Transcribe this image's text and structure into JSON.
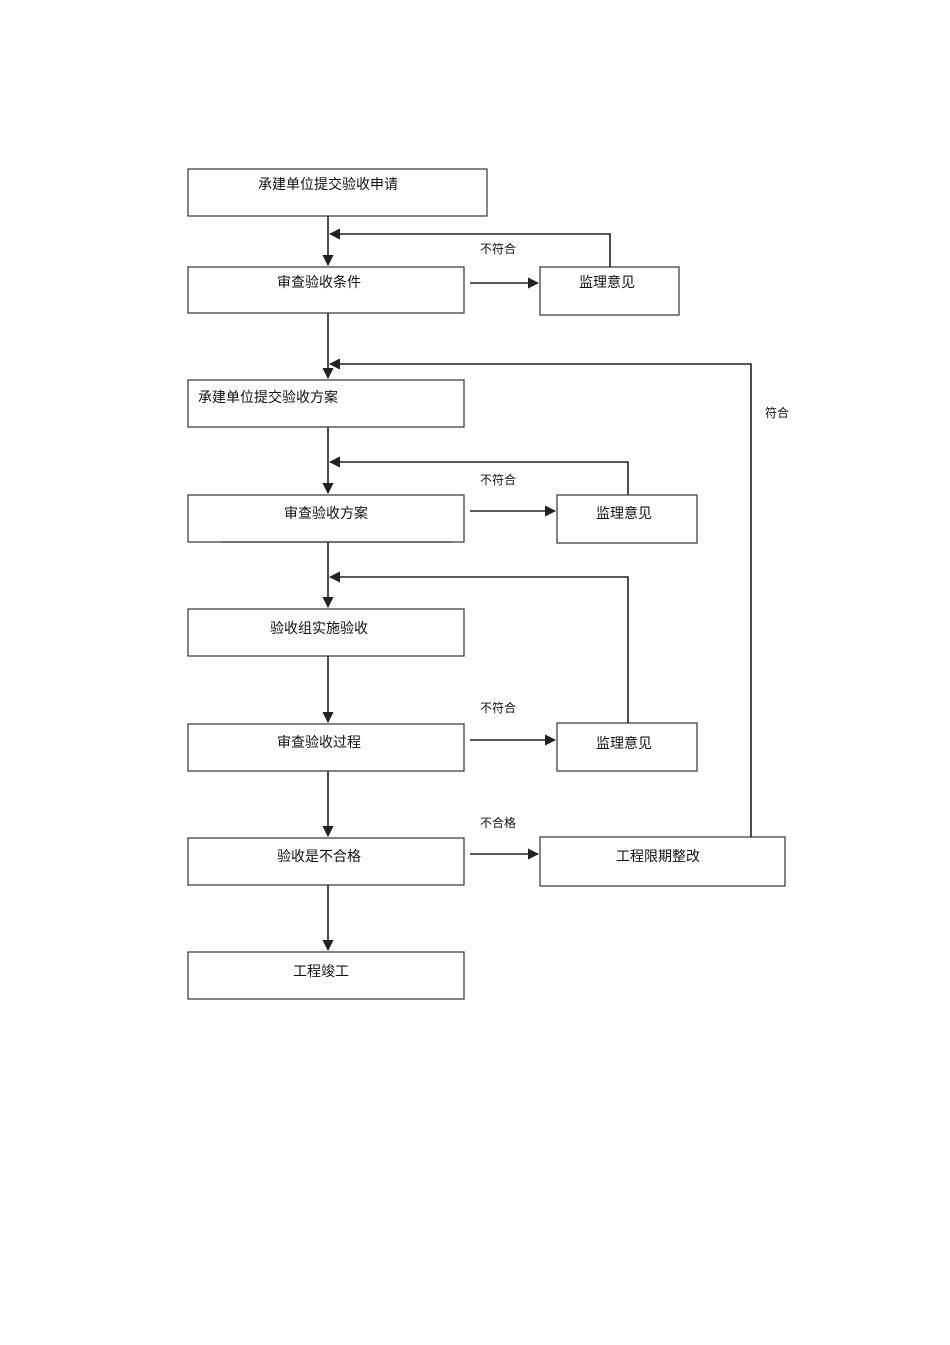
{
  "nodes": {
    "submit_application": "承建单位提交验收申请",
    "review_conditions": "审查验收条件",
    "supervision_opinion_1": "监理意见",
    "submit_plan": "承建单位提交验收方案",
    "review_plan": "审查验收方案",
    "supervision_opinion_2": "监理意见",
    "implement_acceptance": "验收组实施验收",
    "review_process": "审查验收过程",
    "supervision_opinion_3": "监理意见",
    "acceptance_result": "验收是不合格",
    "rectification": "工程限期整改",
    "completion": "工程竣工"
  },
  "edges": {
    "not_conform_1": "不符合",
    "not_conform_2": "不符合",
    "not_conform_3": "不符合",
    "conform": "符合",
    "unqualified": "不合格"
  }
}
